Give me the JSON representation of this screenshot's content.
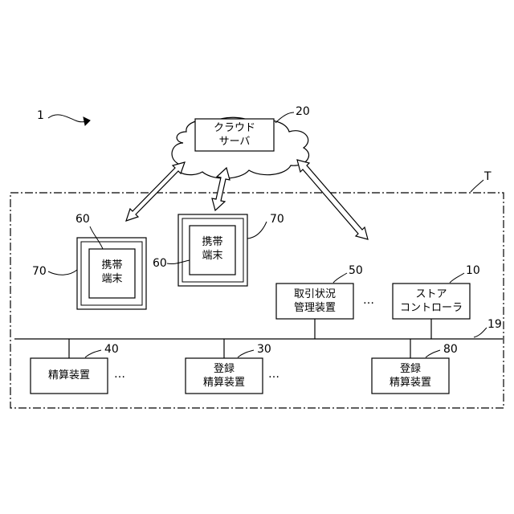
{
  "references": {
    "system": "1",
    "cloud": "20",
    "store": "T",
    "mobile_left_outer": "70",
    "mobile_left_inner": "60",
    "mobile_center_outer": "70",
    "mobile_center_inner": "60",
    "transaction_mgr": "50",
    "store_controller": "10",
    "network": "19",
    "settlement": "40",
    "registration_settlement_a": "30",
    "registration_settlement_b": "80"
  },
  "cloud_server": {
    "line1": "クラウド",
    "line2": "サーバ"
  },
  "mobile_left": {
    "line1": "携帯",
    "line2": "端末"
  },
  "mobile_center": {
    "line1": "携帯",
    "line2": "端末"
  },
  "transaction_mgr": {
    "line1": "取引状況",
    "line2": "管理装置"
  },
  "store_controller": {
    "line1": "ストア",
    "line2": "コントローラ"
  },
  "settlement": {
    "line1": "精算装置"
  },
  "registration_settlement_a": {
    "line1": "登録",
    "line2": "精算装置"
  },
  "registration_settlement_b": {
    "line1": "登録",
    "line2": "精算装置"
  },
  "ellipsis": "…"
}
